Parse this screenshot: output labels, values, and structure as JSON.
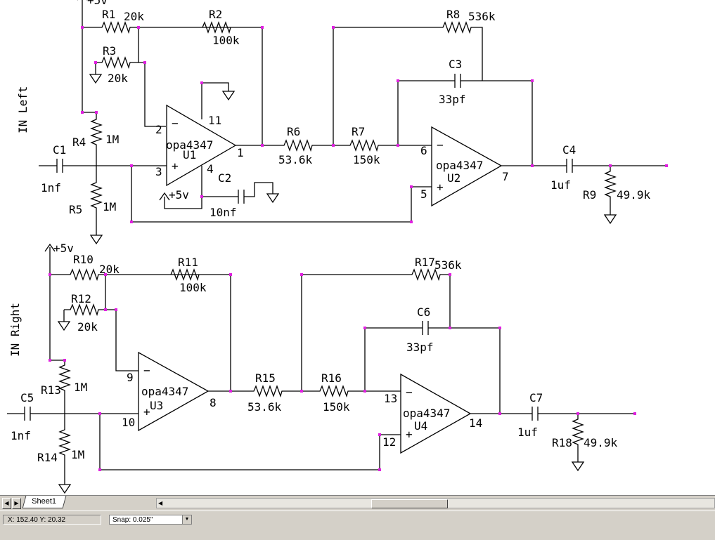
{
  "labels": {
    "in_left": "IN Left",
    "in_right": "IN Right",
    "r1": "R1",
    "r1_val": "20k",
    "r2": "R2",
    "r2_val": "100k",
    "r3": "R3",
    "r3_val": "20k",
    "r4": "R4",
    "r4_val": "1M",
    "r5": "R5",
    "r5_val": "1M",
    "r6": "R6",
    "r6_val": "53.6k",
    "r7": "R7",
    "r7_val": "150k",
    "r8": "R8",
    "r8_val": "536k",
    "r9": "R9",
    "r9_val": "49.9k",
    "c1": "C1",
    "c1_val": "1nf",
    "c2": "C2",
    "c2_val": "10nf",
    "c3": "C3",
    "c3_val": "33pf",
    "c4": "C4",
    "c4_val": "1uf",
    "u1": "U1",
    "u2": "U2",
    "opamp": "opa4347",
    "pin2": "2",
    "pin3": "3",
    "pin1": "1",
    "pin11": "11",
    "pin4": "4",
    "pin6": "6",
    "pin5": "5",
    "pin7": "7",
    "plus5v_top": "+5v",
    "plus5v_c2": "+5v",
    "r10": "R10",
    "r10_val": "20k",
    "r11": "R11",
    "r11_val": "100k",
    "r12": "R12",
    "r12_val": "20k",
    "r13": "R13",
    "r13_val": "1M",
    "r14": "R14",
    "r14_val": "1M",
    "r15": "R15",
    "r15_val": "53.6k",
    "r16": "R16",
    "r16_val": "150k",
    "r17": "R17",
    "r17_val": "536k",
    "r18": "R18",
    "r18_val": "49.9k",
    "c5": "C5",
    "c5_val": "1nf",
    "c6": "C6",
    "c6_val": "33pf",
    "c7": "C7",
    "c7_val": "1uf",
    "u3": "U3",
    "u4": "U4",
    "pin9": "9",
    "pin10": "10",
    "pin8": "8",
    "pin13": "13",
    "pin12": "12",
    "pin14": "14",
    "plus5v_bottom": "+5v"
  },
  "sheet_tab": "Sheet1",
  "status": {
    "coordinates": "X: 152.40     Y: 20.32",
    "snap": "Snap: 0.025\""
  }
}
